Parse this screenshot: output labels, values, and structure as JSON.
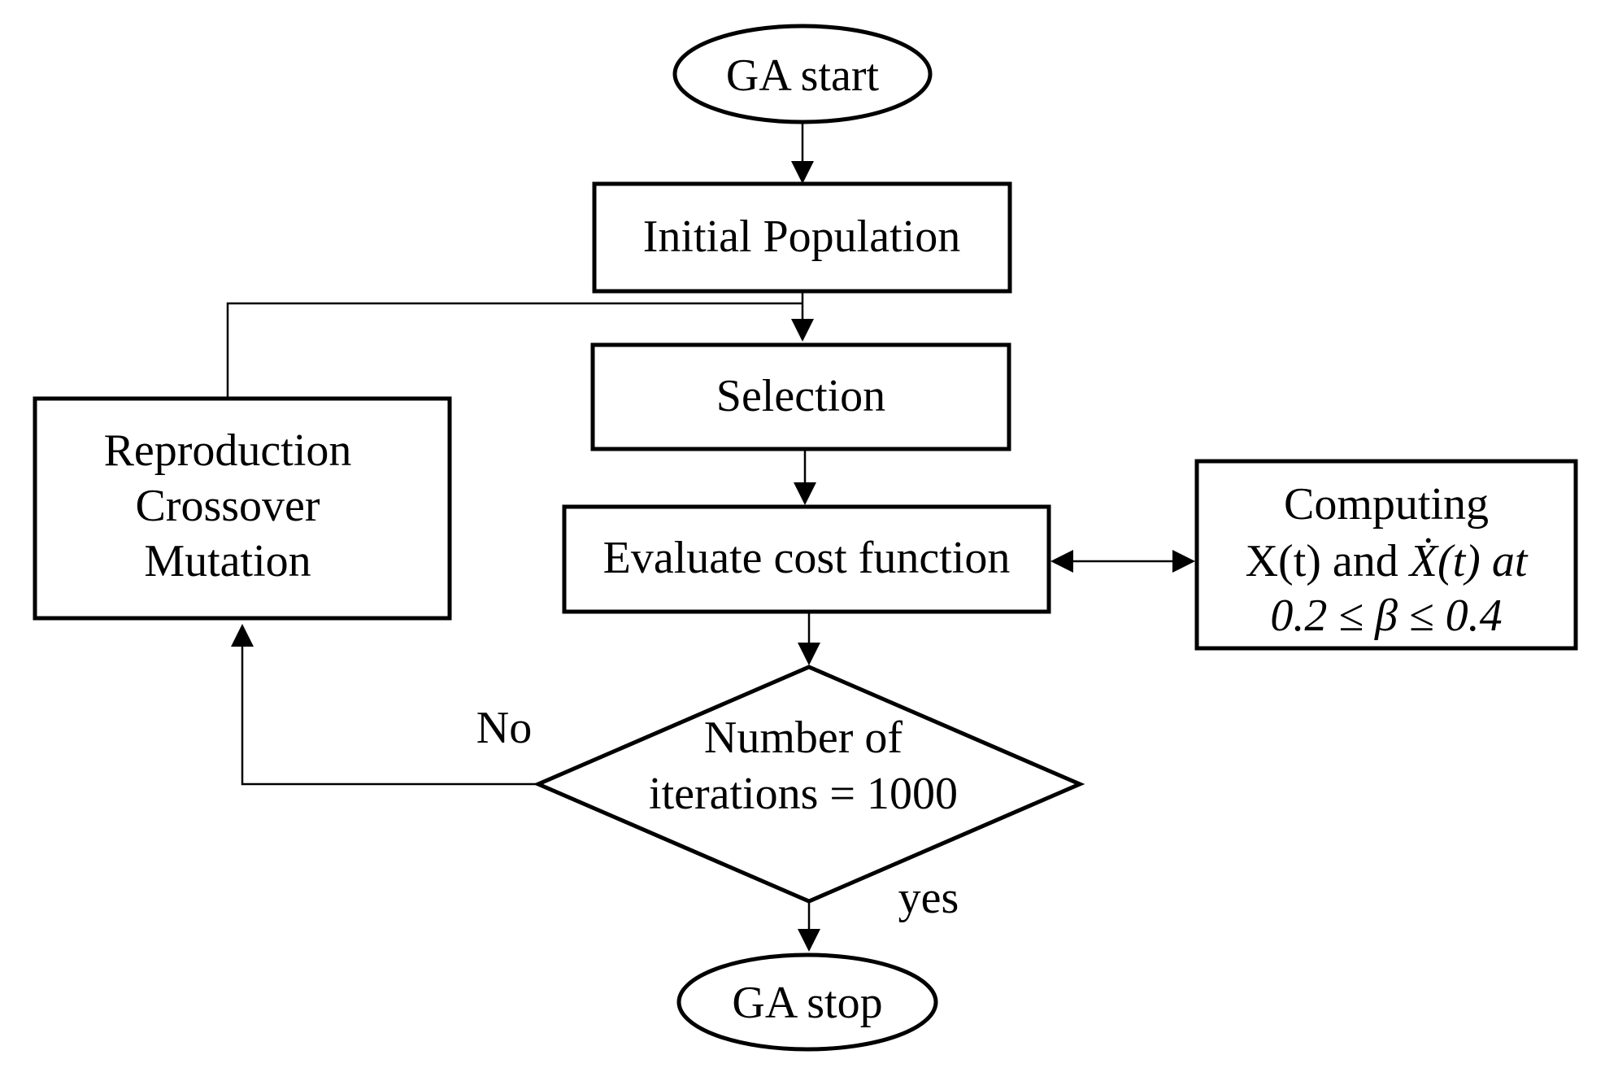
{
  "nodes": {
    "start": "GA start",
    "init": "Initial Population",
    "selection": "Selection",
    "evaluate": "Evaluate cost function",
    "repro": [
      "Reproduction",
      "Crossover",
      "Mutation"
    ],
    "compute": {
      "line1": "Computing",
      "x": "X",
      "t": "(t)",
      "and": " and ",
      "xdot": "Ẋ(t)",
      "at": " at",
      "line3": "0.2 ≤ β ≤ 0.4"
    },
    "decision": [
      "Number of",
      "iterations = 1000"
    ],
    "stop": "GA stop"
  },
  "edge_labels": {
    "no": "No",
    "yes": "yes"
  }
}
